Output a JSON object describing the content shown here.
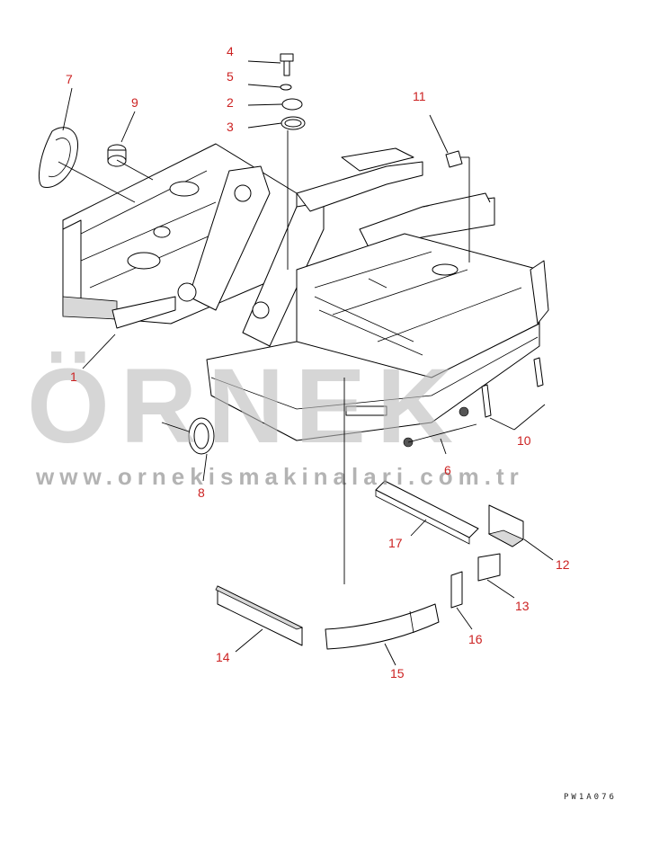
{
  "diagram": {
    "callouts": [
      {
        "id": "1",
        "label": "1"
      },
      {
        "id": "2",
        "label": "2"
      },
      {
        "id": "3",
        "label": "3"
      },
      {
        "id": "4",
        "label": "4"
      },
      {
        "id": "5",
        "label": "5"
      },
      {
        "id": "6",
        "label": "6"
      },
      {
        "id": "7",
        "label": "7"
      },
      {
        "id": "8",
        "label": "8"
      },
      {
        "id": "9",
        "label": "9"
      },
      {
        "id": "10",
        "label": "10"
      },
      {
        "id": "11",
        "label": "11"
      },
      {
        "id": "12",
        "label": "12"
      },
      {
        "id": "13",
        "label": "13"
      },
      {
        "id": "14",
        "label": "14"
      },
      {
        "id": "15",
        "label": "15"
      },
      {
        "id": "16",
        "label": "16"
      },
      {
        "id": "17",
        "label": "17"
      }
    ],
    "drawing_code": "PW1A076"
  },
  "watermark": {
    "brand": "ÖRNEK",
    "url": "www.ornekismakinalari.com.tr"
  },
  "colors": {
    "callout": "#cc2222",
    "watermark": "#bdbdbd",
    "line": "#000000"
  }
}
